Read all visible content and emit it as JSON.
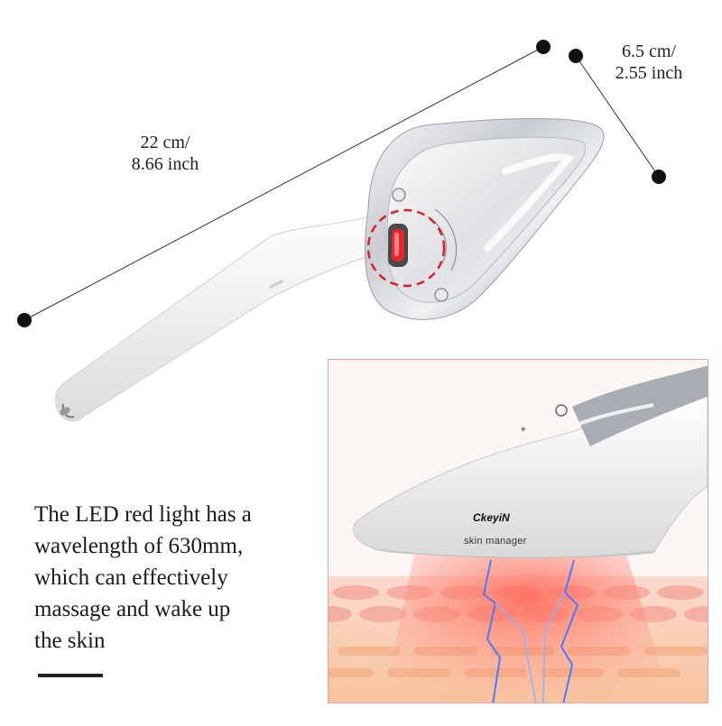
{
  "dimensions": {
    "length": [
      "22 cm/",
      "8.66 inch"
    ],
    "width": [
      "6.5 cm/",
      "2.55 inch"
    ]
  },
  "caption": {
    "lines": [
      "The LED red light has a",
      "wavelength of 630mm,",
      "which can effectively",
      "massage and wake up",
      "the skin"
    ]
  },
  "inset": {
    "brand": "CkeyiN",
    "product_label": "skin manager"
  },
  "colors": {
    "led_red": "#e8262e",
    "highlight_dash": "#d9202a",
    "device_white": "#f4f4f4",
    "chrome": "#b9bcc1"
  }
}
